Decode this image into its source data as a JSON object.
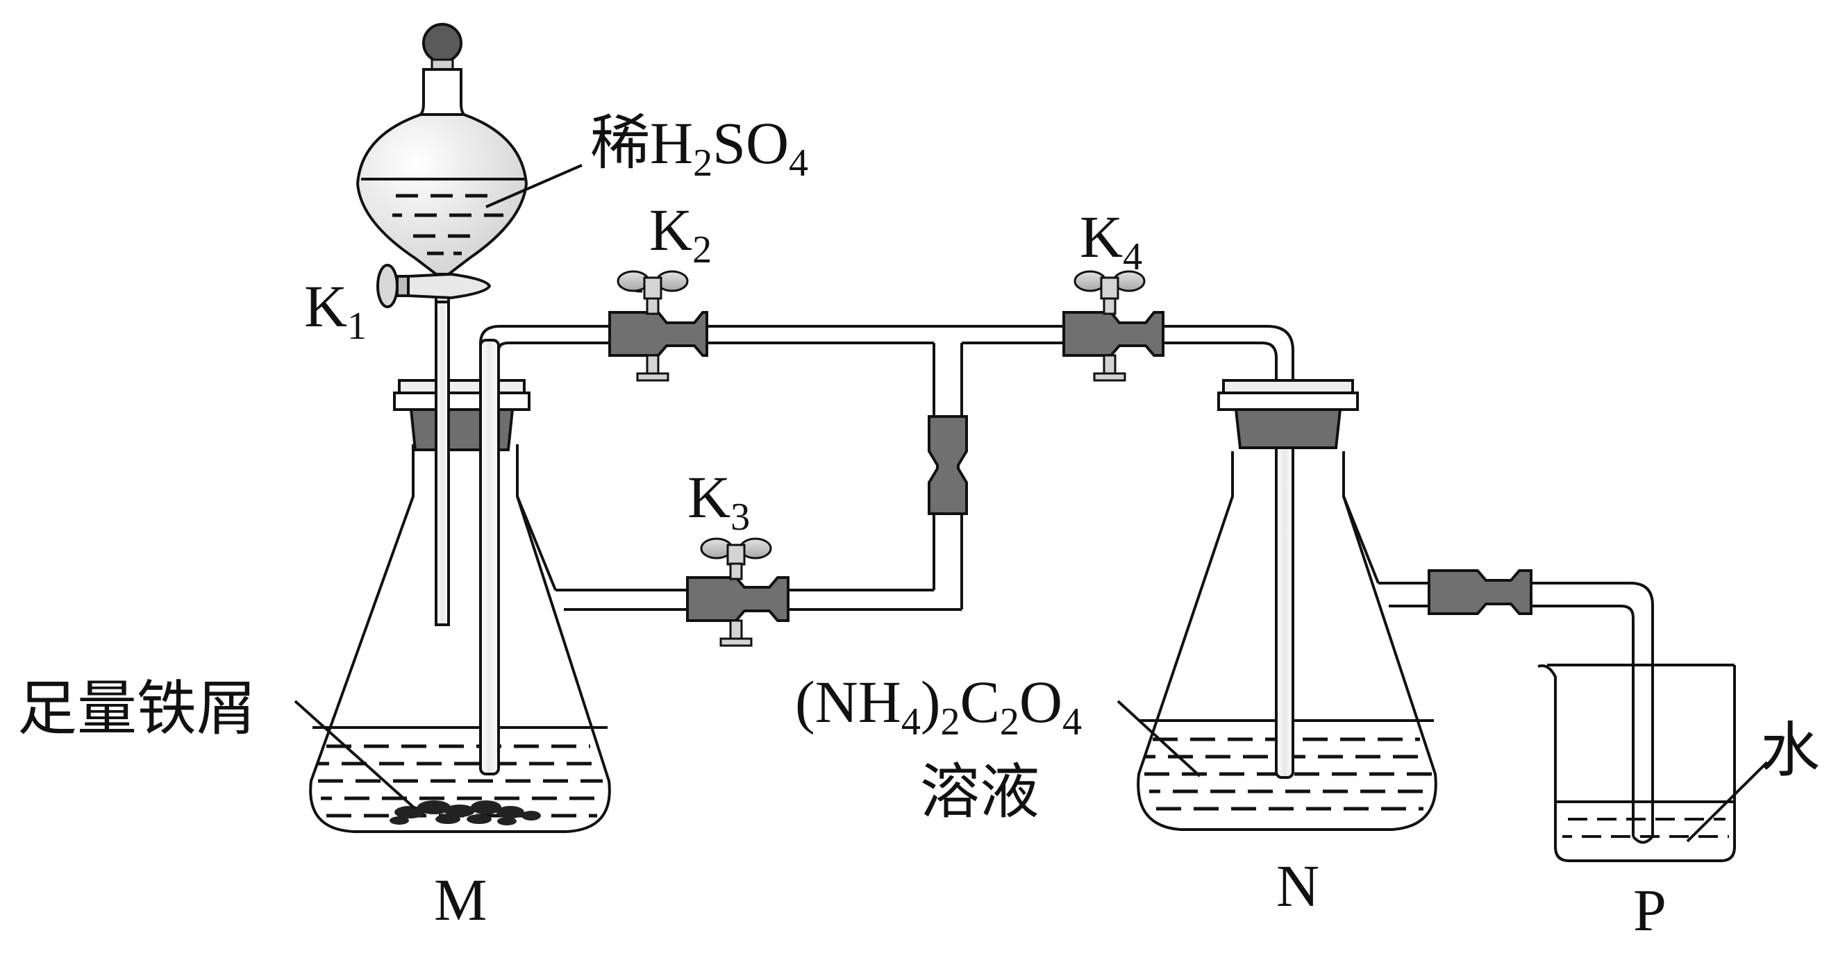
{
  "labels": {
    "acid_prefix": "稀H",
    "acid_sub1": "2",
    "acid_mid": "SO",
    "acid_sub2": "4",
    "k1": "K",
    "k1_sub": "1",
    "k2": "K",
    "k2_sub": "2",
    "k3": "K",
    "k3_sub": "3",
    "k4": "K",
    "k4_sub": "4",
    "iron": "足量铁屑",
    "oxalate_open": "(NH",
    "oxalate_sub1": "4",
    "oxalate_mid1": ")",
    "oxalate_sub2": "2",
    "oxalate_c": "C",
    "oxalate_sub3": "2",
    "oxalate_o": "O",
    "oxalate_sub4": "4",
    "solution": "溶液",
    "water": "水",
    "flask_m": "M",
    "flask_n": "N",
    "beaker_p": "P"
  },
  "colors": {
    "stroke": "#111111",
    "stopper": "#6e6e6e",
    "connector": "#707070",
    "clamp": "#c8c8c8",
    "glass_highlight": "#e6e6e6"
  }
}
